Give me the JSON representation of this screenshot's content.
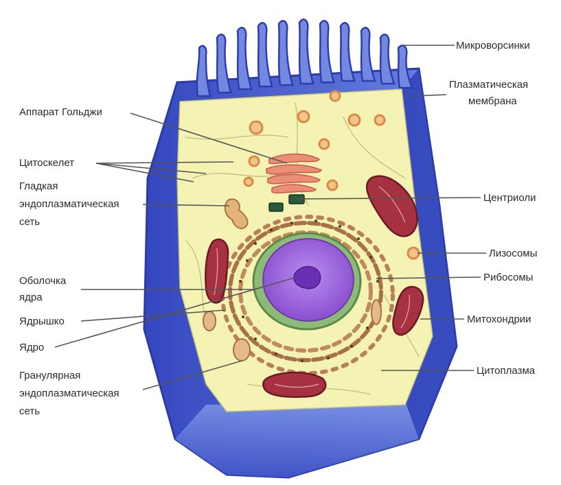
{
  "labels": {
    "microvilli": "Микроворсинки",
    "plasma_membrane_1": "Плазматическая",
    "plasma_membrane_2": "мембрана",
    "golgi": "Аппарат Гольджи",
    "cytoskeleton": "Цитоскелет",
    "smooth_er_1": "Гладкая",
    "smooth_er_2": "эндоплазматическая",
    "smooth_er_3": "сеть",
    "centrioles": "Центриоли",
    "lysosomes": "Лизосомы",
    "nuclear_envelope_1": "Оболочка",
    "nuclear_envelope_2": "ядра",
    "ribosomes": "Рибосомы",
    "nucleolus": "Ядрышко",
    "mitochondria": "Митохондрии",
    "nucleus": "Ядро",
    "rough_er_1": "Гранулярная",
    "rough_er_2": "эндоплазматическая",
    "rough_er_3": "сеть",
    "cytoplasm": "Цитоплазма"
  },
  "colors": {
    "membrane_dark": "#3f55c9",
    "membrane_light": "#7f95e6",
    "cytoplasm": "#f4f3b4",
    "nucleus": "#9b5fd6",
    "nuclear_envelope": "#7fae6a",
    "mitochondria": "#a8323f",
    "golgi": "#e9806f",
    "rough_er": "#b27a4f",
    "lysosome": "#e39a55"
  }
}
